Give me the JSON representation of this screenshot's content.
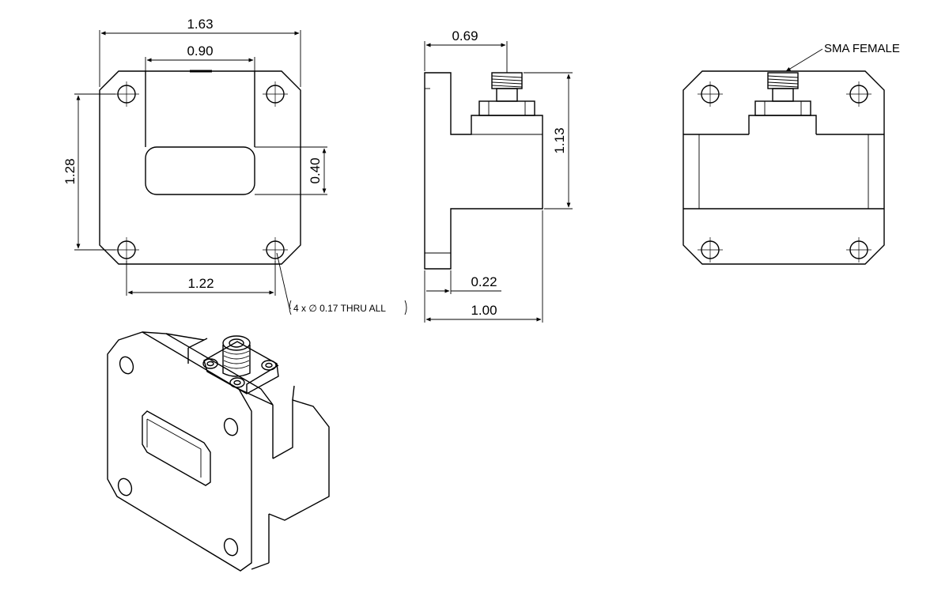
{
  "dimensions": {
    "flange_width": "1.63",
    "opening_width": "0.90",
    "flange_hole_spacing_vertical": "1.28",
    "opening_height": "0.40",
    "hole_spacing_horizontal": "1.22",
    "hole_note": "4 x ∅ 0.17 THRU ALL",
    "connector_offset": "0.69",
    "side_height": "1.13",
    "flange_thickness": "0.22",
    "overall_length": "1.00"
  },
  "labels": {
    "connector": "SMA FEMALE"
  }
}
